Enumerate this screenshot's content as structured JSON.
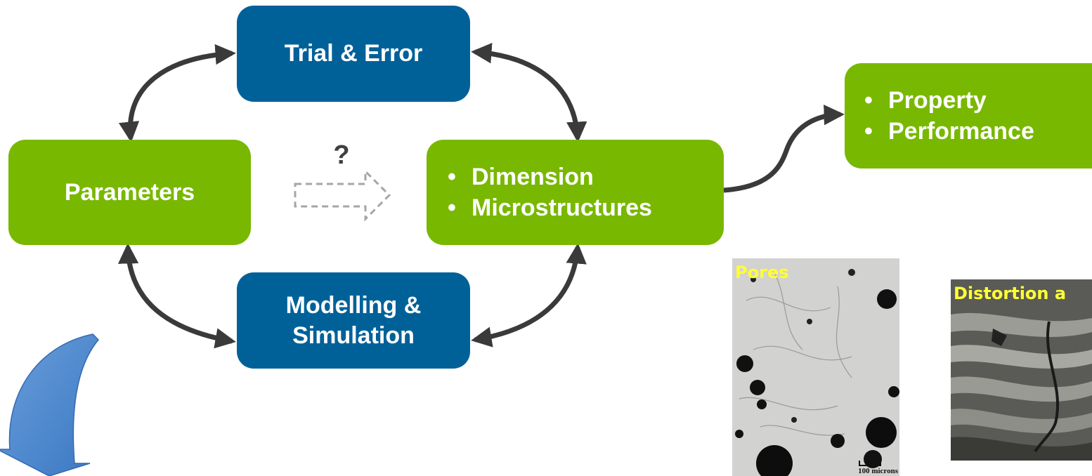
{
  "boxes": {
    "trial_error": {
      "label": "Trial & Error",
      "color": "#006199"
    },
    "parameters": {
      "label": "Parameters",
      "color": "#78b800"
    },
    "modelling": {
      "line1": "Modelling &",
      "line2": "Simulation",
      "color": "#006199"
    },
    "dimension": {
      "items": [
        "Dimension",
        "Microstructures"
      ],
      "color": "#78b800"
    },
    "property": {
      "items": [
        "Property",
        "Performance"
      ],
      "color": "#78b800"
    }
  },
  "question_mark": "?",
  "images": {
    "pores": {
      "label": "Pores",
      "scale": "100 microns"
    },
    "distortion": {
      "label": "Distortion a"
    }
  },
  "colors": {
    "arrow": "#3a3a3a",
    "dashed_arrow": "#a6a6a6",
    "curved_arrow": "#4a86cc"
  }
}
